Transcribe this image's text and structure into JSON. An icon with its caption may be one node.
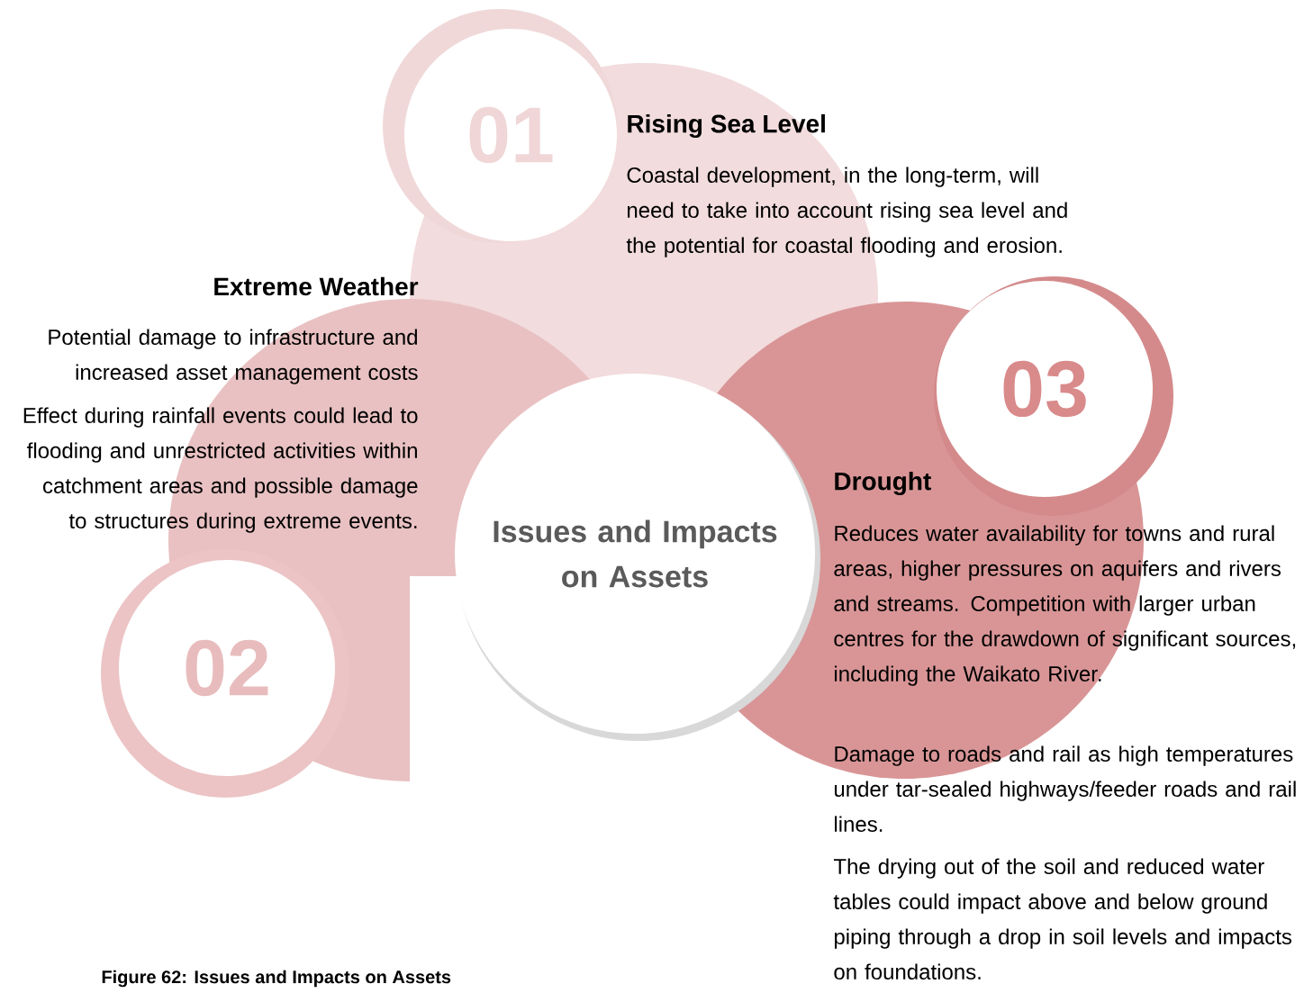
{
  "diagram": {
    "caption": "Figure 62: Issues and Impacts on Assets",
    "nodes": [
      {
        "text": [
          "01"
        ]
      },
      {
        "text": [
          "03"
        ]
      },
      {
        "text": [
          "Issues and Impacts on Assets"
        ]
      },
      {
        "text": [
          "02"
        ]
      }
    ],
    "edges": [],
    "labels": [
      "Rising Sea Level",
      "Coastal development, in the long-term, will need to take into account rising sea level and the potential for coastal flooding and erosion.",
      "Extreme Weather",
      "Potential damage to infrastructure and increased asset management costs",
      "Effect during rainfall events could lead to flooding and unrestricted activities within catchment areas and possible damage to structures during extreme events.",
      "Drought",
      "Reduces water availability for towns and rural areas, higher pressures on aquifers and rivers and streams. Competition with larger urban centres for the drawdown of significant sources, including the Waikato River.",
      "Damage to roads and rail as high temperatures under tar-sealed highways/feeder roads and rail lines.",
      "The drying out of the soil and reduced water tables could impact above and below ground piping through a drop in soil levels and impacts on foundations."
    ]
  }
}
